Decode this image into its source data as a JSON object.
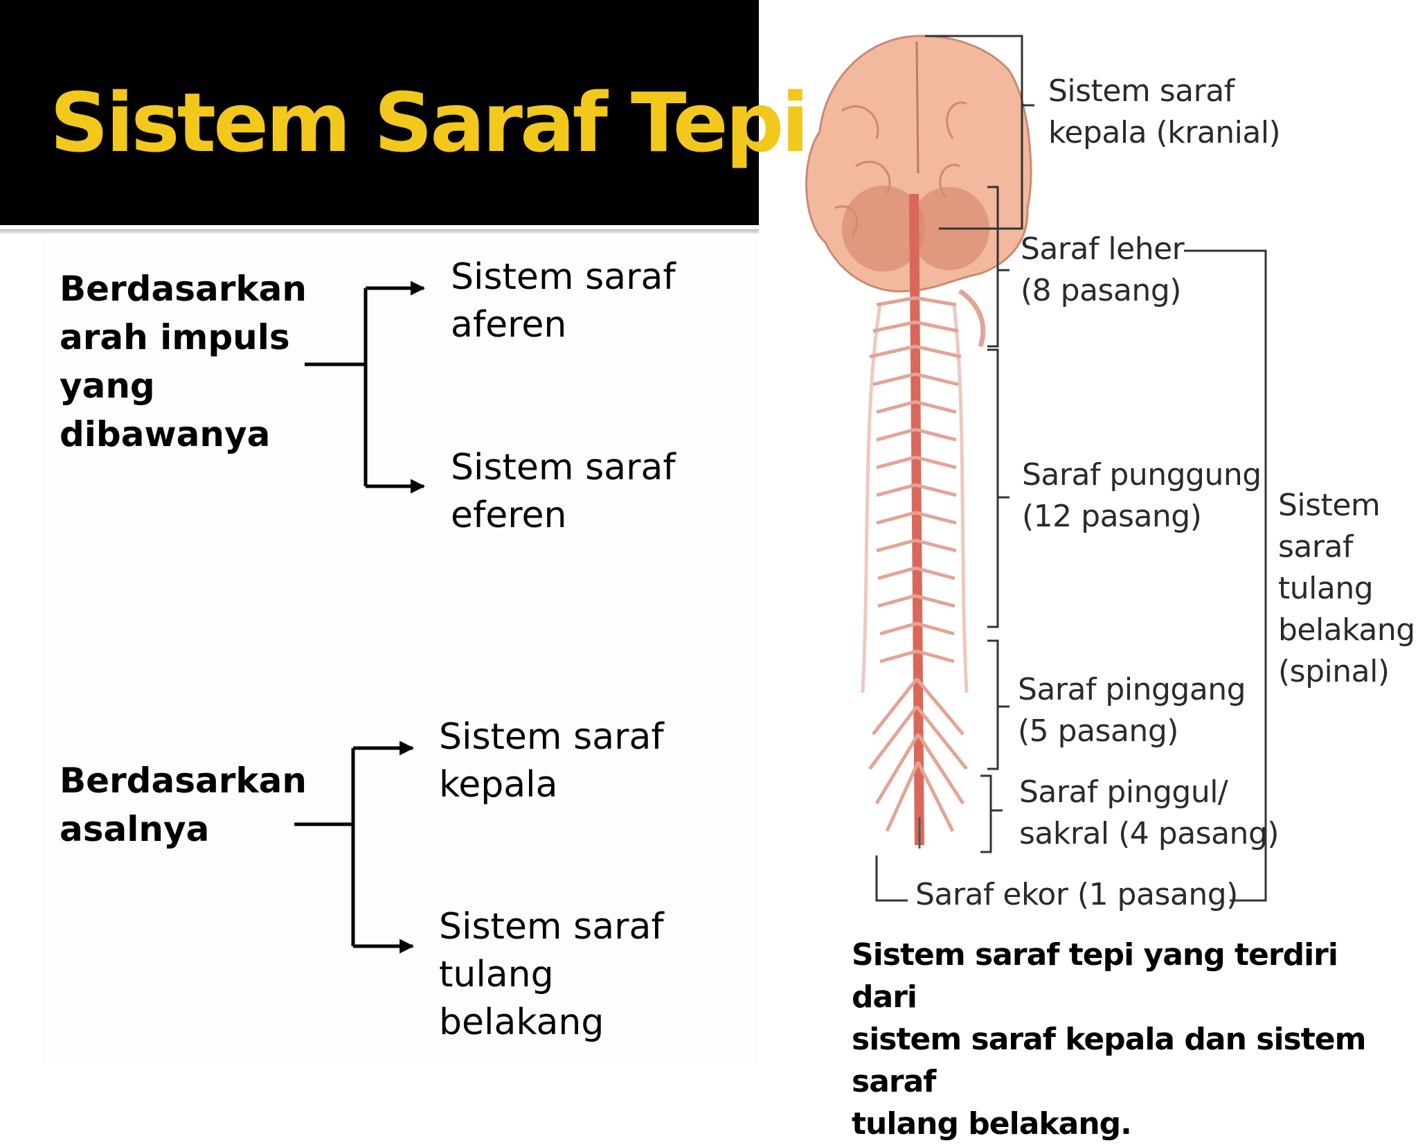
{
  "title": "Sistem Saraf Tepi",
  "groups": [
    {
      "label": "Berdasarkan\narah impuls\nyang\ndibawanya",
      "branches": [
        "Sistem saraf\naferen",
        "Sistem saraf\neferen"
      ]
    },
    {
      "label": "Berdasarkan\nasalnya",
      "branches": [
        "Sistem saraf\nkepala",
        "Sistem saraf tulang\nbelakang"
      ]
    }
  ],
  "figure": {
    "labels": {
      "cranial": "Sistem saraf\nkepala (kranial)",
      "neck": "Saraf leher\n(8 pasang)",
      "back": "Saraf punggung\n(12 pasang)",
      "waist": "Saraf pinggang\n(5 pasang)",
      "hip": "Saraf pinggul/\nsakral (4 pasang)",
      "tail": "Saraf ekor (1 pasang)",
      "spinal": "Sistem\nsaraf\ntulang\nbelakang\n(spinal)"
    },
    "caption": "Sistem saraf tepi yang terdiri dari\nsistem saraf kepala dan sistem saraf\ntulang belakang."
  },
  "colors": {
    "title_bg": "#000000",
    "title_text": "#f2c81c",
    "brain": "#f0b49a",
    "spinal_cord": "#d9685a",
    "nerves": "#e3a496"
  }
}
